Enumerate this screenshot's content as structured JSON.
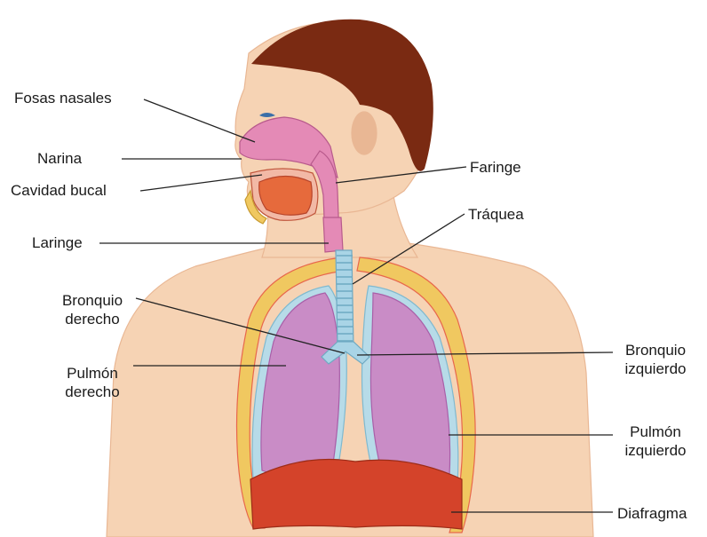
{
  "labels": {
    "fosas_nasales": "Fosas nasales",
    "narina": "Narina",
    "cavidad_bucal": "Cavidad bucal",
    "laringe": "Laringe",
    "bronquio_derecho": [
      "Bronquio",
      "derecho"
    ],
    "pulmon_derecho": [
      "Pulmón",
      "derecho"
    ],
    "faringe": "Faringe",
    "traquea": "Tráquea",
    "bronquio_izquierdo": [
      "Bronquio",
      "izquierdo"
    ],
    "pulmon_izquierdo": [
      "Pulmón",
      "izquierdo"
    ],
    "diafragma": "Diafragma"
  },
  "colors": {
    "skin": "#f6d3b4",
    "skin_shadow": "#e9b794",
    "hair": "#7a2a12",
    "lung": "#c98cc6",
    "lung_dark": "#a95fa8",
    "pleura": "#b7dbe8",
    "trachea": "#a9d4e6",
    "nasal": "#e48ab6",
    "tongue": "#e66a3c",
    "rib_fat": "#f0c860",
    "rib_red": "#e8674c",
    "diaphragm": "#d4432a",
    "leader": "#222222"
  }
}
